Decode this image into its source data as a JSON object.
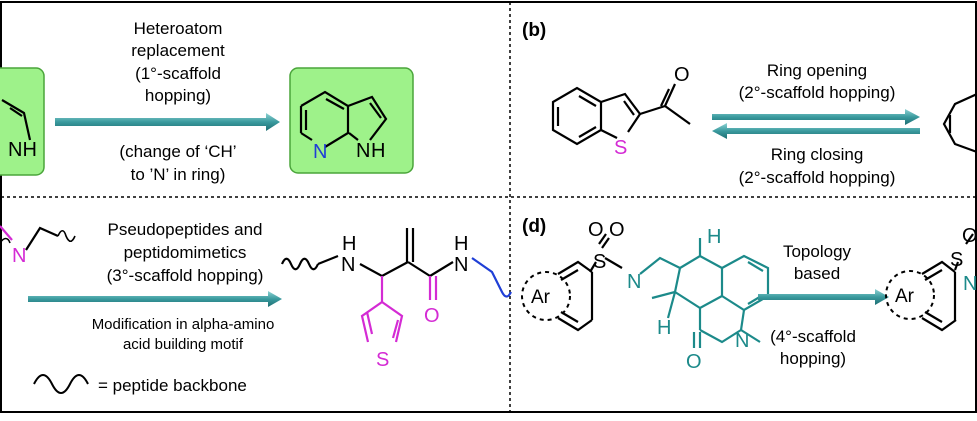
{
  "panel_a": {
    "arrow_title": [
      "Heteroatom",
      "replacement",
      "(1°-scaffold",
      "hopping)"
    ],
    "arrow_note": [
      "(change of ‘CH’",
      "to ’N’ in ring)"
    ],
    "atoms": {
      "left_nh": "NH",
      "right_n": "N",
      "right_nh": "N",
      "right_h": "H"
    }
  },
  "panel_b": {
    "label": "(b)",
    "forward": [
      "Ring opening",
      "(2°-scaffold hopping)"
    ],
    "reverse": [
      "Ring closing",
      "(2°-scaffold hopping)"
    ],
    "atoms": {
      "o": "O",
      "s": "S"
    }
  },
  "panel_c": {
    "title": [
      "Pseudopeptides and",
      "peptidomimetics",
      "(3°-scaffold hopping)"
    ],
    "note": [
      "Modification in alpha-amino",
      "acid building motif"
    ],
    "legend": "= peptide backbone",
    "atoms": {
      "left_n": "N",
      "nh": "N",
      "nh_h": "H",
      "right_n": "N",
      "right_h": "H",
      "o": "O",
      "s": "S"
    }
  },
  "panel_d": {
    "label": "(d)",
    "title": [
      "Topology",
      "based"
    ],
    "note": [
      "(4°-scaffold",
      "hopping)"
    ],
    "atoms": {
      "s": "S",
      "o1": "O",
      "o2": "O",
      "n1": "N",
      "h1": "H",
      "h2": "H",
      "n2": "N",
      "o3": "O",
      "ar": "Ar",
      "ar2": "Ar",
      "s2": "S",
      "o4": "O",
      "n3": "N"
    }
  },
  "colors": {
    "teal": "#1c8a8a",
    "magenta": "#d42bd4",
    "blue": "#1f3fd6",
    "green_fill": "#9ef28a",
    "green_border": "#4aa53a",
    "arrow": "#3a9a9e"
  }
}
